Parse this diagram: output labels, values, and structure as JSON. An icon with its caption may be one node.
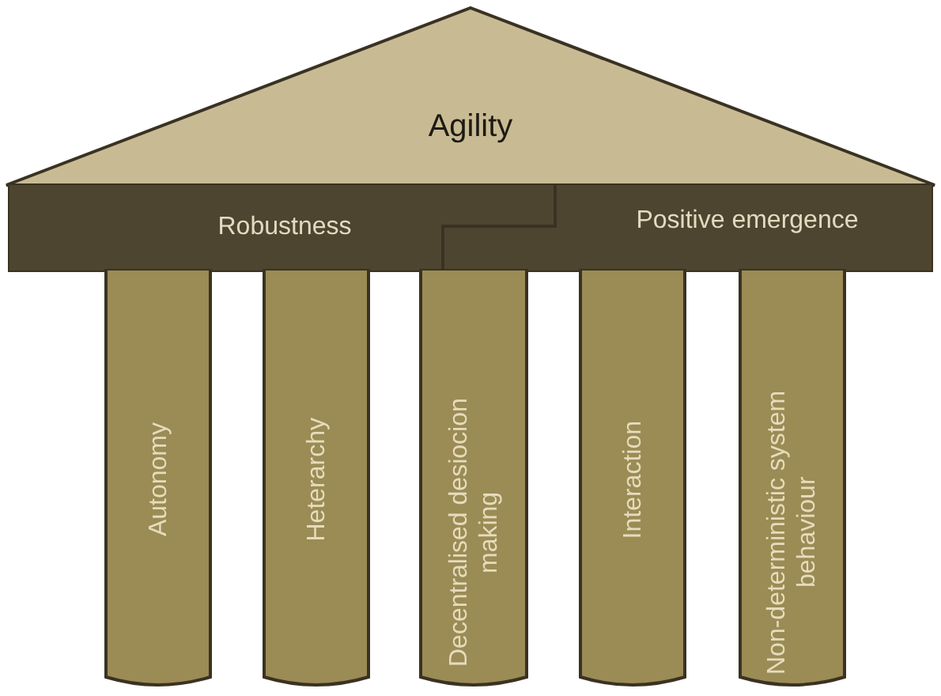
{
  "diagram": {
    "nodes": [
      {
        "text": [
          "Agility"
        ]
      },
      {
        "text": [
          "Robustness"
        ]
      },
      {
        "text": [
          "Positive emergence"
        ]
      },
      {
        "text": [
          "Autonomy"
        ]
      },
      {
        "text": [
          "Heterarchy"
        ]
      },
      {
        "text": [
          "Decentralised desiocion making"
        ]
      },
      {
        "text": [
          "Interaction"
        ]
      },
      {
        "text": [
          "Non-deterministic system behaviour"
        ]
      }
    ]
  }
}
